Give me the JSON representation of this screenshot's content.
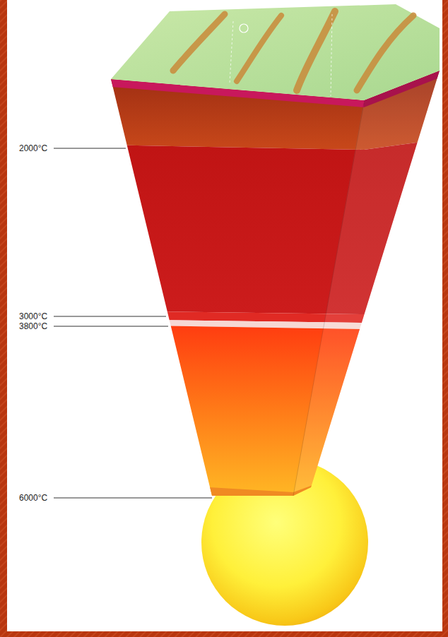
{
  "diagram": {
    "labels": [
      "2000°C",
      "3000°C",
      "3800°C",
      "6000°C"
    ]
  }
}
